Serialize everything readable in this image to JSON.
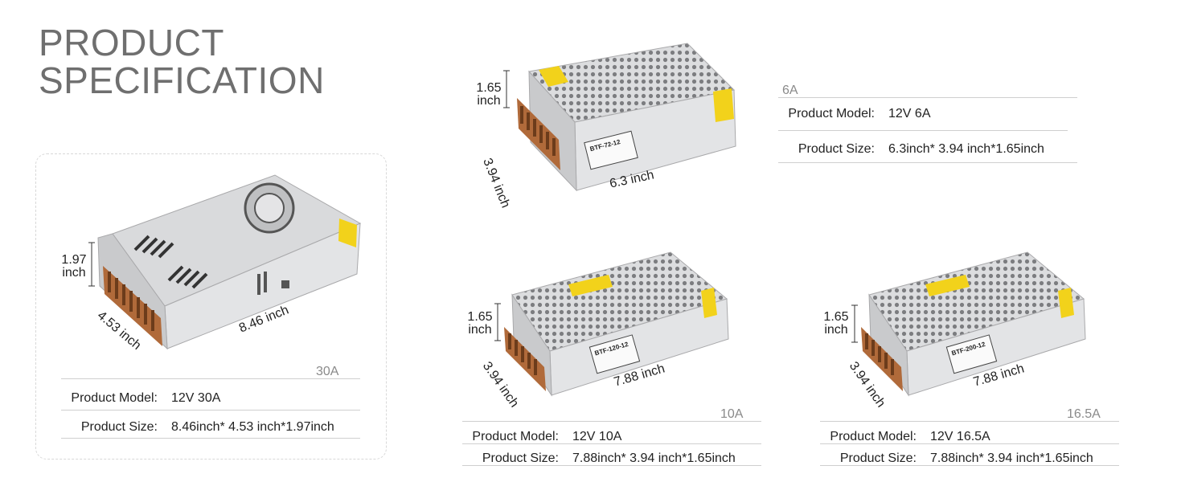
{
  "heading": {
    "line1": "PRODUCT",
    "line2": "SPECIFICATION"
  },
  "model_label": "Product Model:",
  "size_label": "Product Size:",
  "products": {
    "p6a": {
      "amp": "6A",
      "model": "12V 6A",
      "size": "6.3inch* 3.94 inch*1.65inch",
      "dims": {
        "height": "1.65",
        "height_unit": "inch",
        "depth": "3.94 inch",
        "length": "6.3 inch"
      },
      "label_text": "BTF-72-12"
    },
    "p30a": {
      "amp": "30A",
      "model": "12V 30A",
      "size": "8.46inch* 4.53 inch*1.97inch",
      "dims": {
        "height": "1.97",
        "height_unit": "inch",
        "depth": "4.53 inch",
        "length": "8.46 inch"
      }
    },
    "p10a": {
      "amp": "10A",
      "model": "12V 10A",
      "size": "7.88inch* 3.94 inch*1.65inch",
      "dims": {
        "height": "1.65",
        "height_unit": "inch",
        "depth": "3.94 inch",
        "length": "7.88 inch"
      },
      "label_text": "BTF-120-12"
    },
    "p16a": {
      "amp": "16.5A",
      "model": "12V 16.5A",
      "size": "7.88inch* 3.94 inch*1.65inch",
      "dims": {
        "height": "1.65",
        "height_unit": "inch",
        "depth": "3.94 inch",
        "length": "7.88 inch"
      },
      "label_text": "BTF-200-12"
    }
  },
  "colors": {
    "metal": "#d9dadc",
    "terminal": "#b06a3a",
    "warning_label": "#f2d21b",
    "title": "#6f6f6f"
  }
}
